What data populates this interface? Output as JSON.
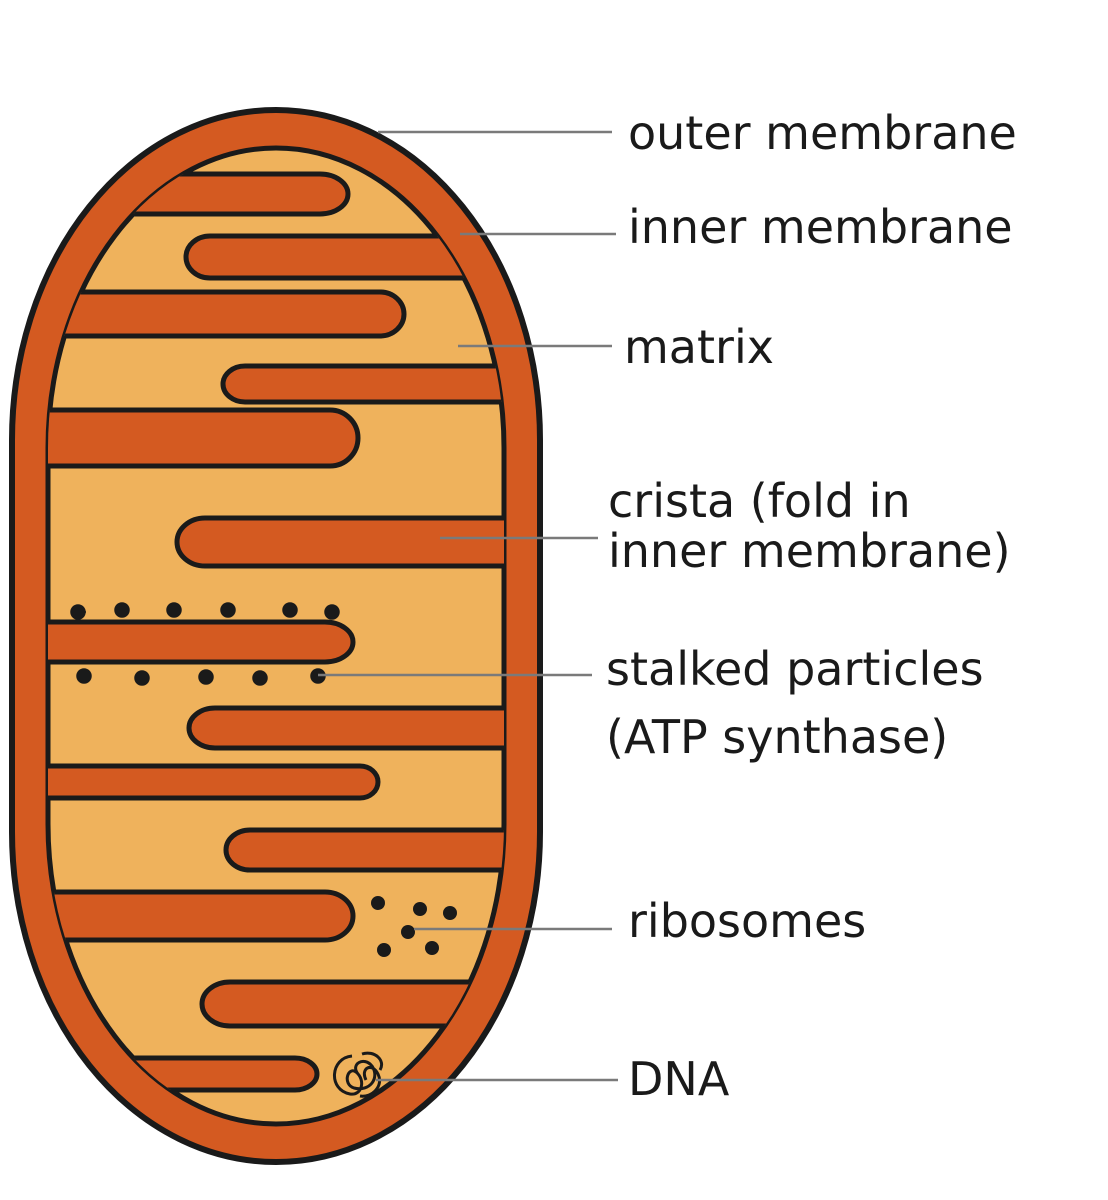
{
  "colors": {
    "membrane": "#d45a21",
    "matrix": "#efb25c",
    "outline": "#1a1a1a",
    "leader": "#7a7a7a",
    "background": "#ffffff"
  },
  "labels": {
    "outer_membrane": "outer membrane",
    "inner_membrane": "inner membrane",
    "matrix": "matrix",
    "crista_line1": "crista (fold in",
    "crista_line2": "inner membrane)",
    "stalked_line1": "stalked particles",
    "stalked_line2": "(ATP synthase)",
    "ribosomes": "ribosomes",
    "dna": "DNA"
  }
}
